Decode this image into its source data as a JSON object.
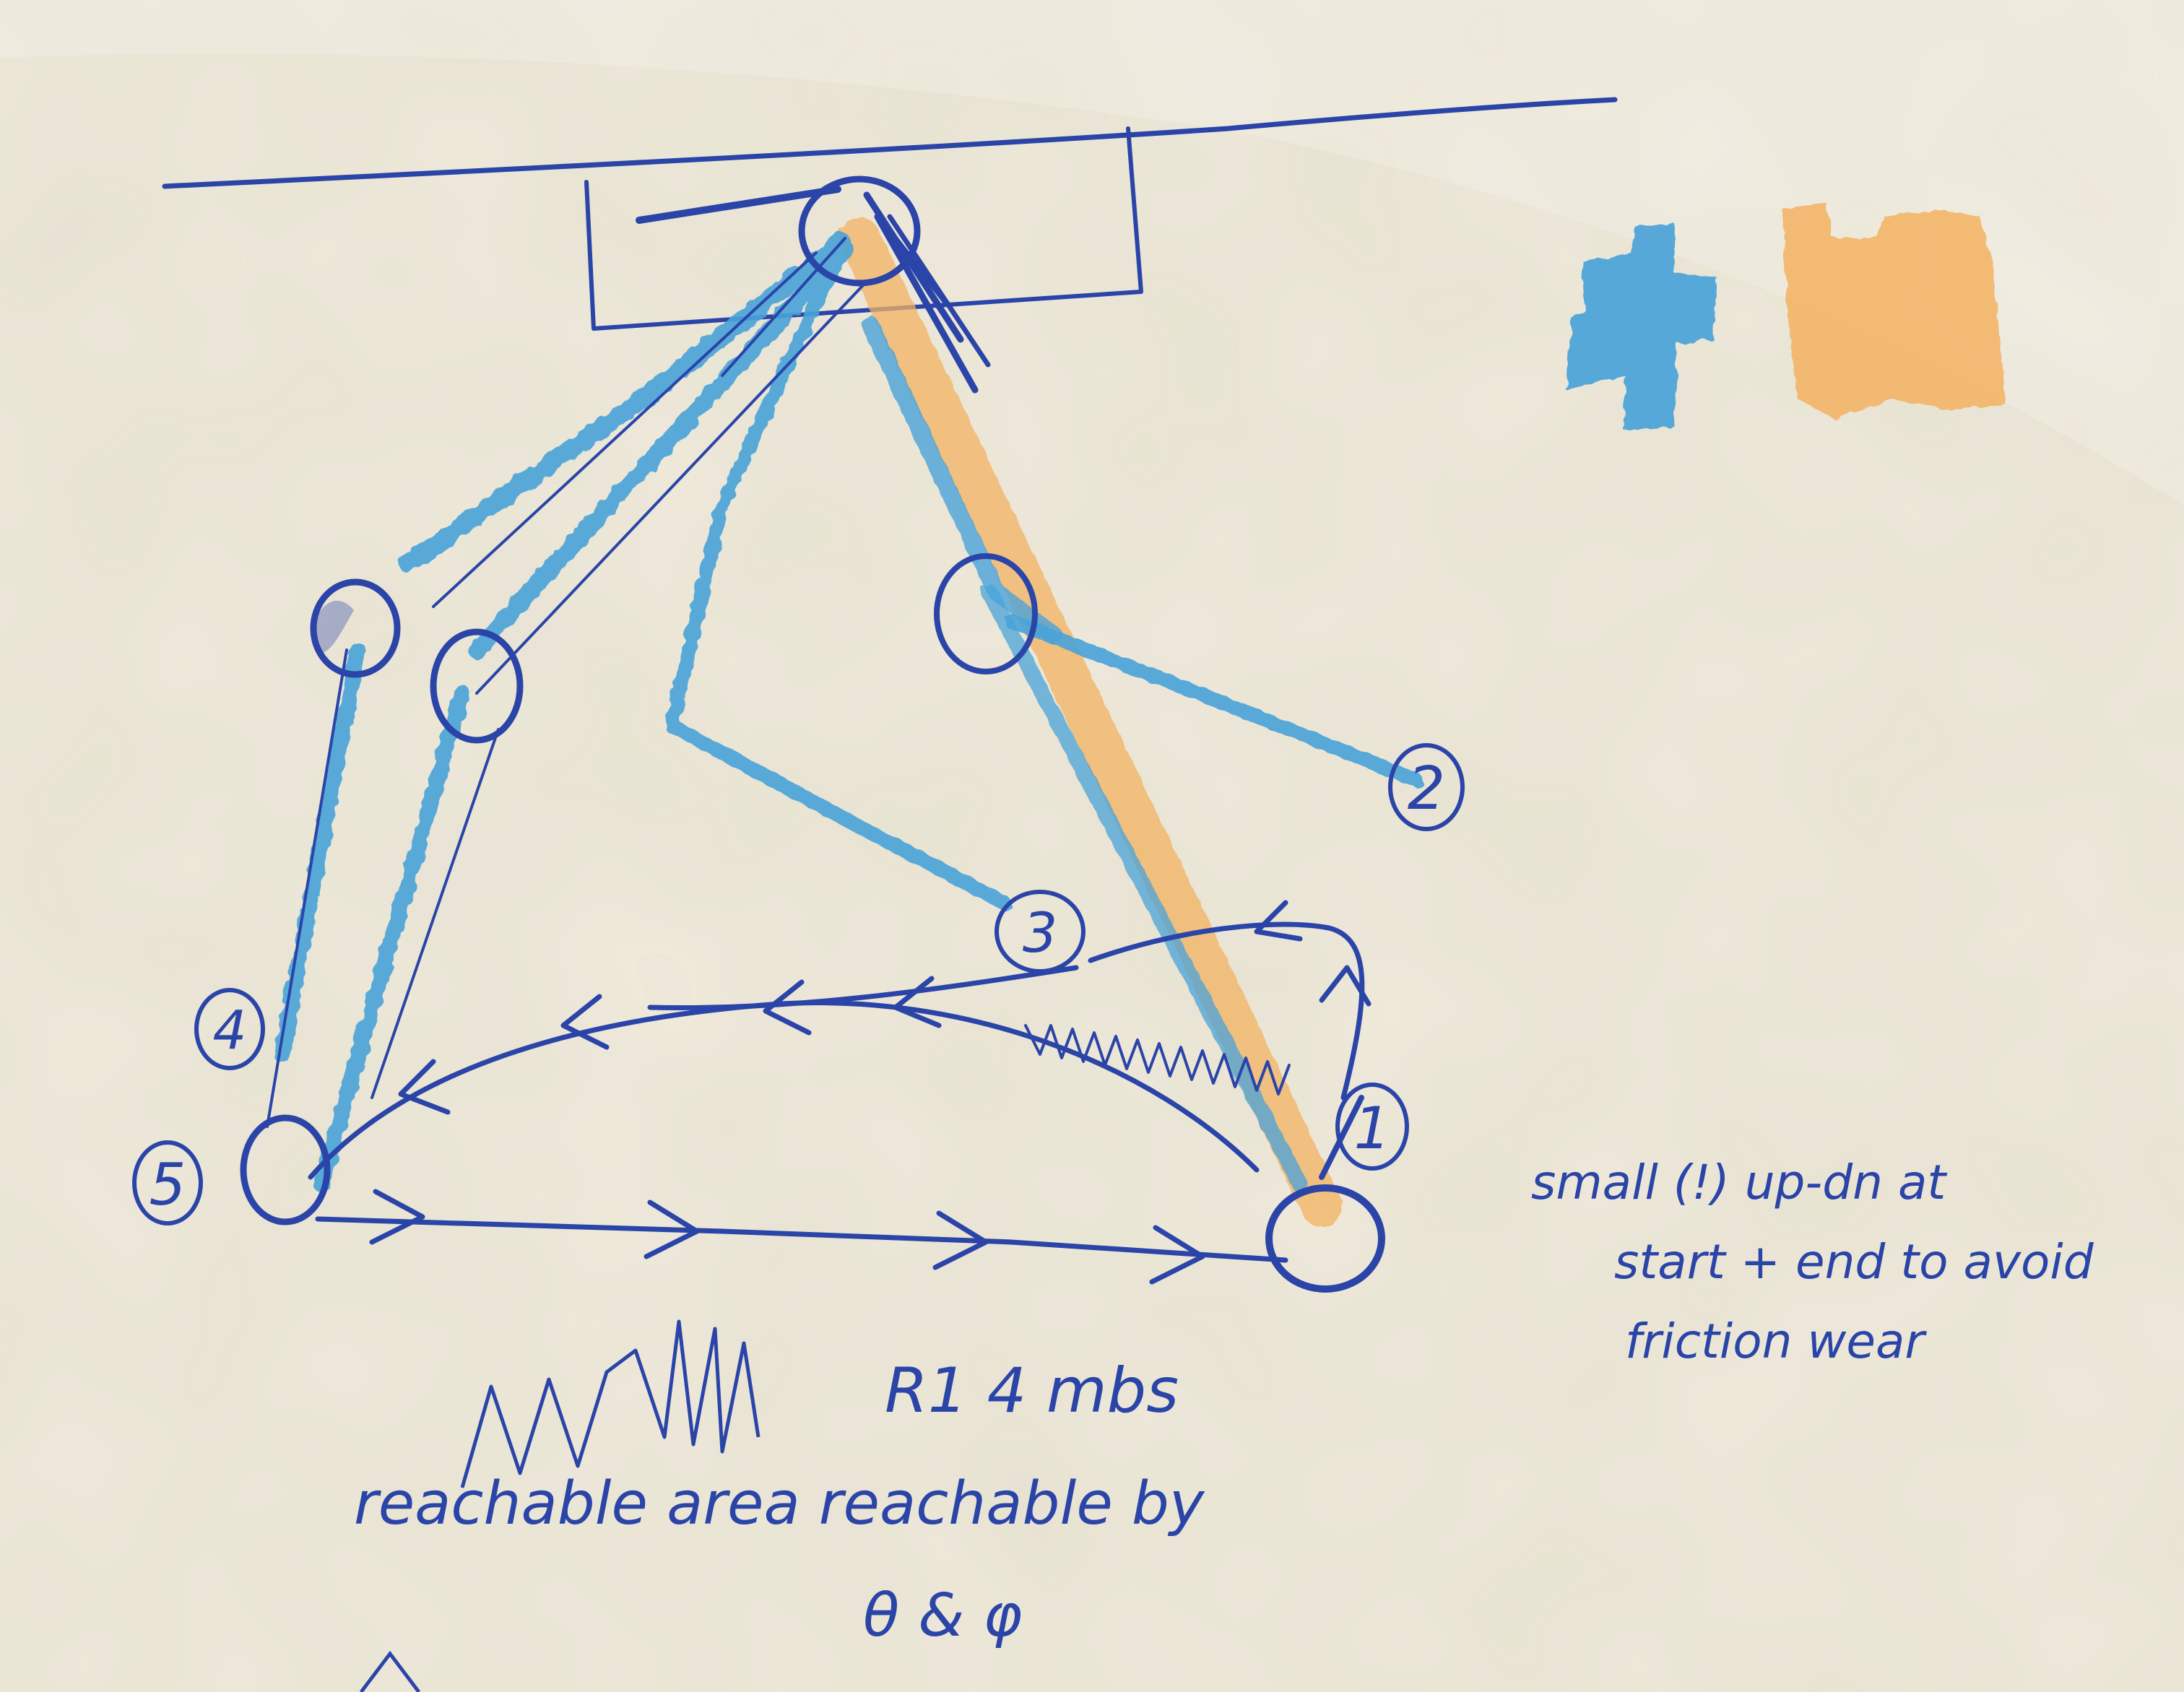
{
  "colors": {
    "paper": "#efeadb",
    "ink": "#2a44a8",
    "highlight_blue": "#4aa3d9",
    "highlight_orange": "#f3b262"
  },
  "diagram": {
    "node_labels": [
      "1",
      "2",
      "3",
      "4",
      "5"
    ],
    "note": [
      "small (!) up-dn at",
      "start + end to avoid",
      "friction wear"
    ],
    "caption_top": "R1 4 mbs",
    "caption_bottom": "reachable area reachable by",
    "caption_symbols": "θ & φ"
  }
}
